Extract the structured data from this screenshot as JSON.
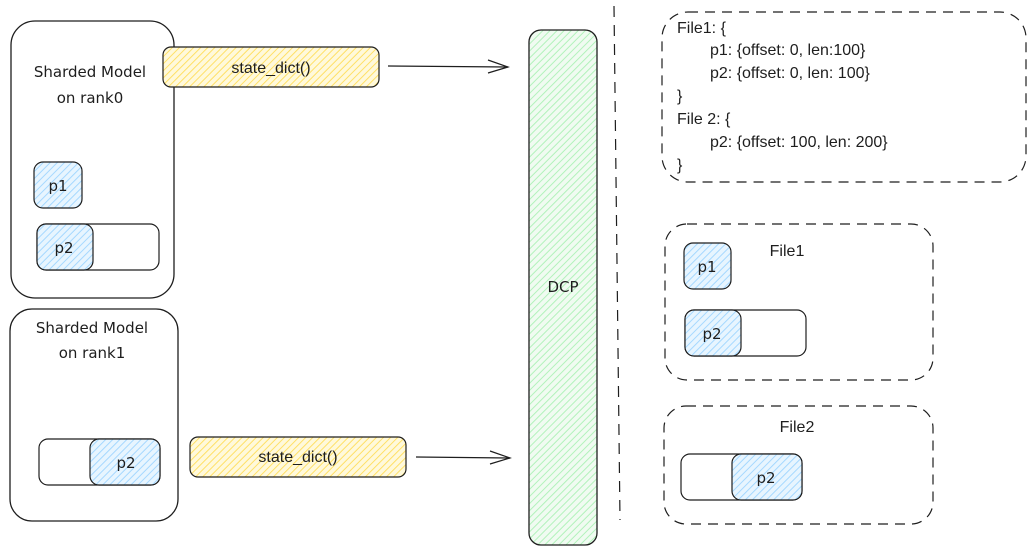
{
  "colors": {
    "stroke": "#1e1e1e",
    "blue_hatch": "#a5d8ff",
    "yellow_hatch": "#ffec99",
    "green_hatch": "#b2f2bb"
  },
  "left": {
    "rank0": {
      "title_line1": "Sharded Model",
      "title_line2": "on rank0",
      "params": [
        {
          "label": "p1"
        },
        {
          "label": "p2"
        }
      ],
      "call_label": "state_dict()"
    },
    "rank1": {
      "title_line1": "Sharded Model",
      "title_line2": "on rank1",
      "params": [
        {
          "label": "p2"
        }
      ],
      "call_label": "state_dict()"
    }
  },
  "dcp": {
    "label": "DCP"
  },
  "metadata": {
    "lines": [
      "File1: {",
      "p1: {offset: 0, len:100}",
      "p2: {offset: 0, len: 100}",
      "}",
      "File 2: {",
      "p2: {offset: 100, len: 200}",
      "}"
    ]
  },
  "files": [
    {
      "title": "File1",
      "params": [
        {
          "label": "p1"
        },
        {
          "label": "p2"
        }
      ]
    },
    {
      "title": "File2",
      "params": [
        {
          "label": "p2"
        }
      ]
    }
  ]
}
